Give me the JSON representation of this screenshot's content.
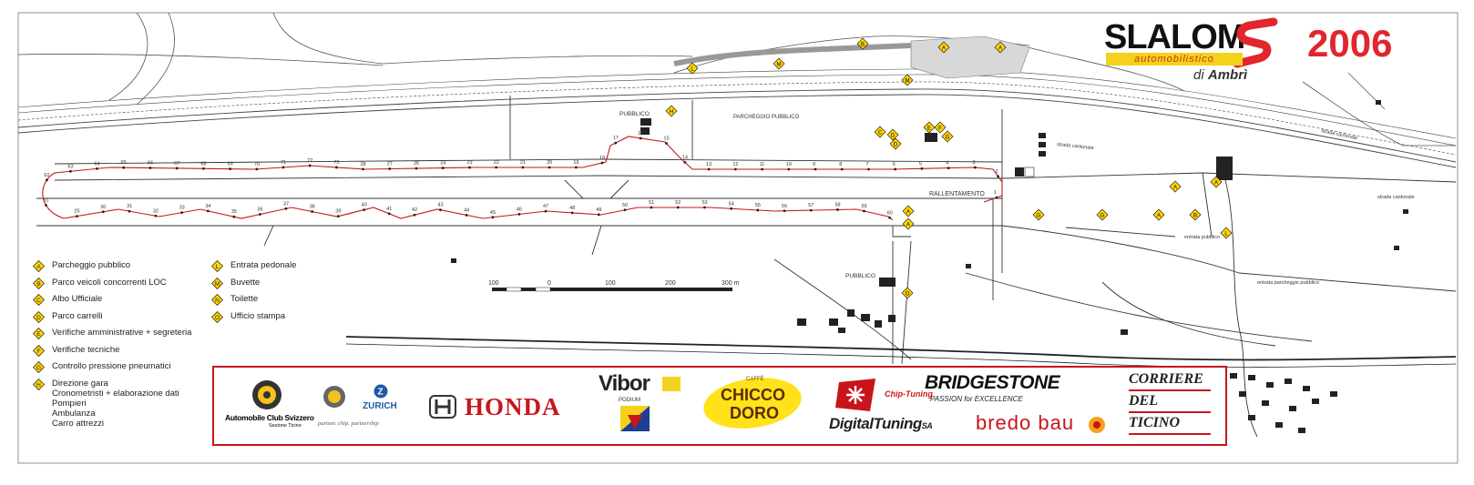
{
  "title": {
    "main": "SLALOM",
    "subtitle": "automobilistico",
    "place_prefix": "di",
    "place": "Ambrì",
    "year": "2006"
  },
  "colors": {
    "route": "#c8151b",
    "marker_fill": "#ffd400",
    "accent_red": "#e1262d"
  },
  "legend": {
    "left": [
      {
        "letter": "A",
        "label": "Parcheggio pubblico"
      },
      {
        "letter": "B",
        "label": "Parco veicoli concorrenti LOC"
      },
      {
        "letter": "C",
        "label": "Albo Ufficiale"
      },
      {
        "letter": "D",
        "label": "Parco carrelli"
      },
      {
        "letter": "E",
        "label": "Verifiche amministrative + segreteria"
      },
      {
        "letter": "F",
        "label": "Verifiche tecniche"
      },
      {
        "letter": "G",
        "label": "Controllo pressione pneumatici"
      },
      {
        "letter": "H",
        "label": "Direzione gara",
        "sub": [
          "Cronometristi + elaborazione dati",
          "Pompieri",
          "Ambulanza",
          "Carro attrezzi"
        ]
      }
    ],
    "right": [
      {
        "letter": "L",
        "label": "Entrata pedonale"
      },
      {
        "letter": "M",
        "label": "Buvette"
      },
      {
        "letter": "N",
        "label": "Toilette"
      },
      {
        "letter": "O",
        "label": "Ufficio stampa"
      }
    ]
  },
  "scale_bar": {
    "labels": [
      "100",
      "0",
      "100",
      "200",
      "300 m"
    ]
  },
  "map_labels": {
    "pubblico_top": "PUBBLICO",
    "pubblico_bottom": "PUBBLICO",
    "rallentamento": "RALLENTAMENTO",
    "parcheggio_top": "PARCHEGGIO PUBBLICO",
    "strada_1": "strada cantonale",
    "strada_2": "strada cantonale",
    "strada_3": "entrata parcheggio pubblico",
    "strada_4": "strada cantonale",
    "strada_5": "entrata pubblico"
  },
  "sponsors": {
    "acs": "Automobile Club Svizzero",
    "acs_sub": "Sezione Ticino",
    "zurich": "ZURICH",
    "zurich_tag": "partner. chip. partnership",
    "honda": "HONDA",
    "vibor": "Vibor",
    "vibor_sub": "PODIUM",
    "chicco": "CHICCO",
    "chicco2": "DORO",
    "chicco_top": "CAFFÈ",
    "chip_tuning": "Chip-Tuning",
    "digital": "DigitalTuning",
    "digital_sa": "SA",
    "bridgestone": "BRIDGESTONE",
    "bridgestone_tag": "PASSION for EXCELLENCE",
    "bredo": "bredo bau",
    "corriere1": "CORRIERE",
    "corriere2": "DEL",
    "corriere3": "TICINO"
  },
  "gate_numbers": [
    "25",
    "30",
    "31",
    "32",
    "33",
    "34",
    "35",
    "36",
    "37",
    "38",
    "39",
    "40",
    "41",
    "42",
    "43",
    "44",
    "45",
    "46",
    "47",
    "48",
    "49",
    "50",
    "51",
    "52",
    "53",
    "54",
    "55",
    "56",
    "57",
    "58",
    "59",
    "60",
    "61",
    "62",
    "63",
    "64",
    "65",
    "66",
    "67",
    "68",
    "69",
    "70",
    "71",
    "72",
    "73",
    "28",
    "27",
    "26",
    "24",
    "23",
    "22",
    "21",
    "20",
    "19",
    "18",
    "17",
    "16",
    "15",
    "14",
    "13",
    "12",
    "11",
    "10",
    "9",
    "8",
    "7",
    "6",
    "5",
    "4",
    "3",
    "2",
    "1"
  ]
}
